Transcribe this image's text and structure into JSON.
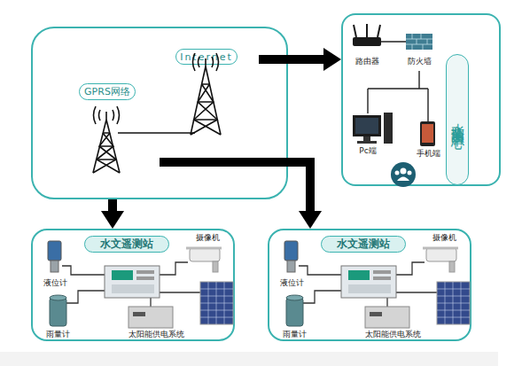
{
  "diagram": {
    "nodes": [
      {
        "text": [
          "GPRS网络",
          "Internet"
        ]
      },
      {
        "text": [
          "水文监测预警中心"
        ]
      },
      {
        "text": [
          "水文遥测站"
        ]
      },
      {
        "text": [
          "水文遥测站"
        ]
      }
    ],
    "edges": [
      {
        "from": 0,
        "to": 1,
        "arrow": "to"
      },
      {
        "from": 0,
        "to": 2,
        "arrow": "to"
      },
      {
        "from": 0,
        "to": 3,
        "arrow": "to"
      }
    ],
    "labels": [
      "路由器",
      "防火墙",
      "Pc端",
      "手机端",
      "液位计",
      "摄像机",
      "雨量计",
      "太阳能供电系统",
      "液位计",
      "摄像机",
      "雨量计",
      "太阳能供电系统"
    ]
  }
}
